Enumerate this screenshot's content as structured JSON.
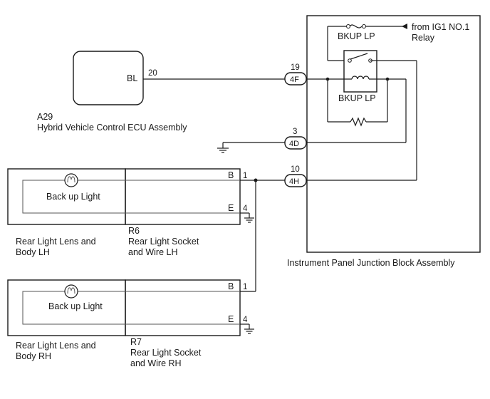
{
  "ecu": {
    "pin_name": "BL",
    "pin_number": "20",
    "code": "A29",
    "name": "Hybrid Vehicle Control ECU Assembly"
  },
  "junction_block": {
    "name": "Instrument Panel Junction Block Assembly",
    "fuse_label": "BKUP LP",
    "relay_label": "BKUP LP",
    "feed_label_line1": "from IG1 NO.1",
    "feed_label_line2": "Relay",
    "connectors": [
      {
        "pin": "19",
        "code": "4F"
      },
      {
        "pin": "3",
        "code": "4D"
      },
      {
        "pin": "10",
        "code": "4H"
      }
    ]
  },
  "lh": {
    "lamp_label": "Back up Light",
    "lens_line1": "Rear Light Lens and",
    "lens_line2": "Body LH",
    "socket_code": "R6",
    "socket_line1": "Rear Light Socket",
    "socket_line2": "and Wire LH",
    "pin_b_name": "B",
    "pin_b_number": "1",
    "pin_e_name": "E",
    "pin_e_number": "4"
  },
  "rh": {
    "lamp_label": "Back up Light",
    "lens_line1": "Rear Light Lens and",
    "lens_line2": "Body RH",
    "socket_code": "R7",
    "socket_line1": "Rear Light Socket",
    "socket_line2": "and Wire RH",
    "pin_b_name": "B",
    "pin_b_number": "1",
    "pin_e_name": "E",
    "pin_e_number": "4"
  }
}
